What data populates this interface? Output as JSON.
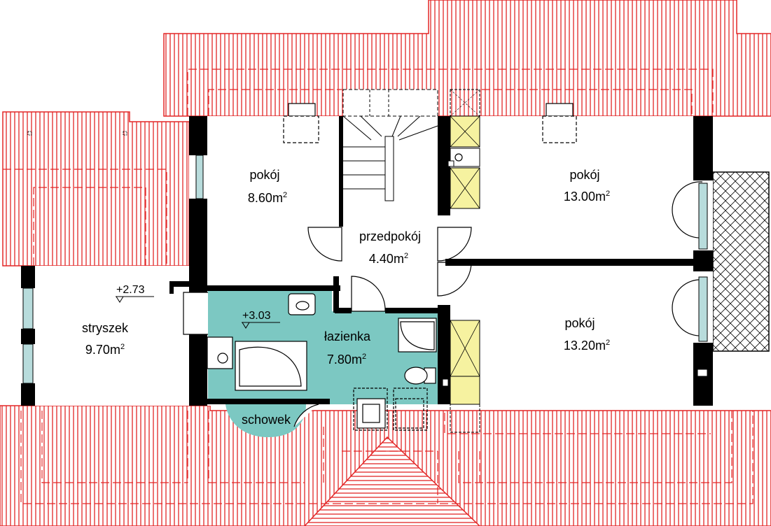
{
  "colors": {
    "roof": "#e32626",
    "wall": "#000000",
    "bathroom": "#7cc8c2",
    "window": "#b8dcdc",
    "chimney": "#f6f2a0",
    "terrace_hatch": "#000000"
  },
  "area_unit": "m",
  "area_exponent": "2",
  "rooms": [
    {
      "id": "pokoj-1",
      "name": "pokój",
      "area": "8.60"
    },
    {
      "id": "przedpokoj",
      "name": "przedpokój",
      "area": "4.40"
    },
    {
      "id": "pokoj-2",
      "name": "pokój",
      "area": "13.00"
    },
    {
      "id": "lazienka",
      "name": "łazienka",
      "area": "7.80"
    },
    {
      "id": "pokoj-3",
      "name": "pokój",
      "area": "13.20"
    },
    {
      "id": "stryszek",
      "name": "stryszek",
      "area": "9.70"
    }
  ],
  "storage": {
    "name": "schowek"
  },
  "levels": [
    {
      "id": "level-attic",
      "value": "+2.73"
    },
    {
      "id": "level-bath",
      "value": "+3.03"
    }
  ]
}
